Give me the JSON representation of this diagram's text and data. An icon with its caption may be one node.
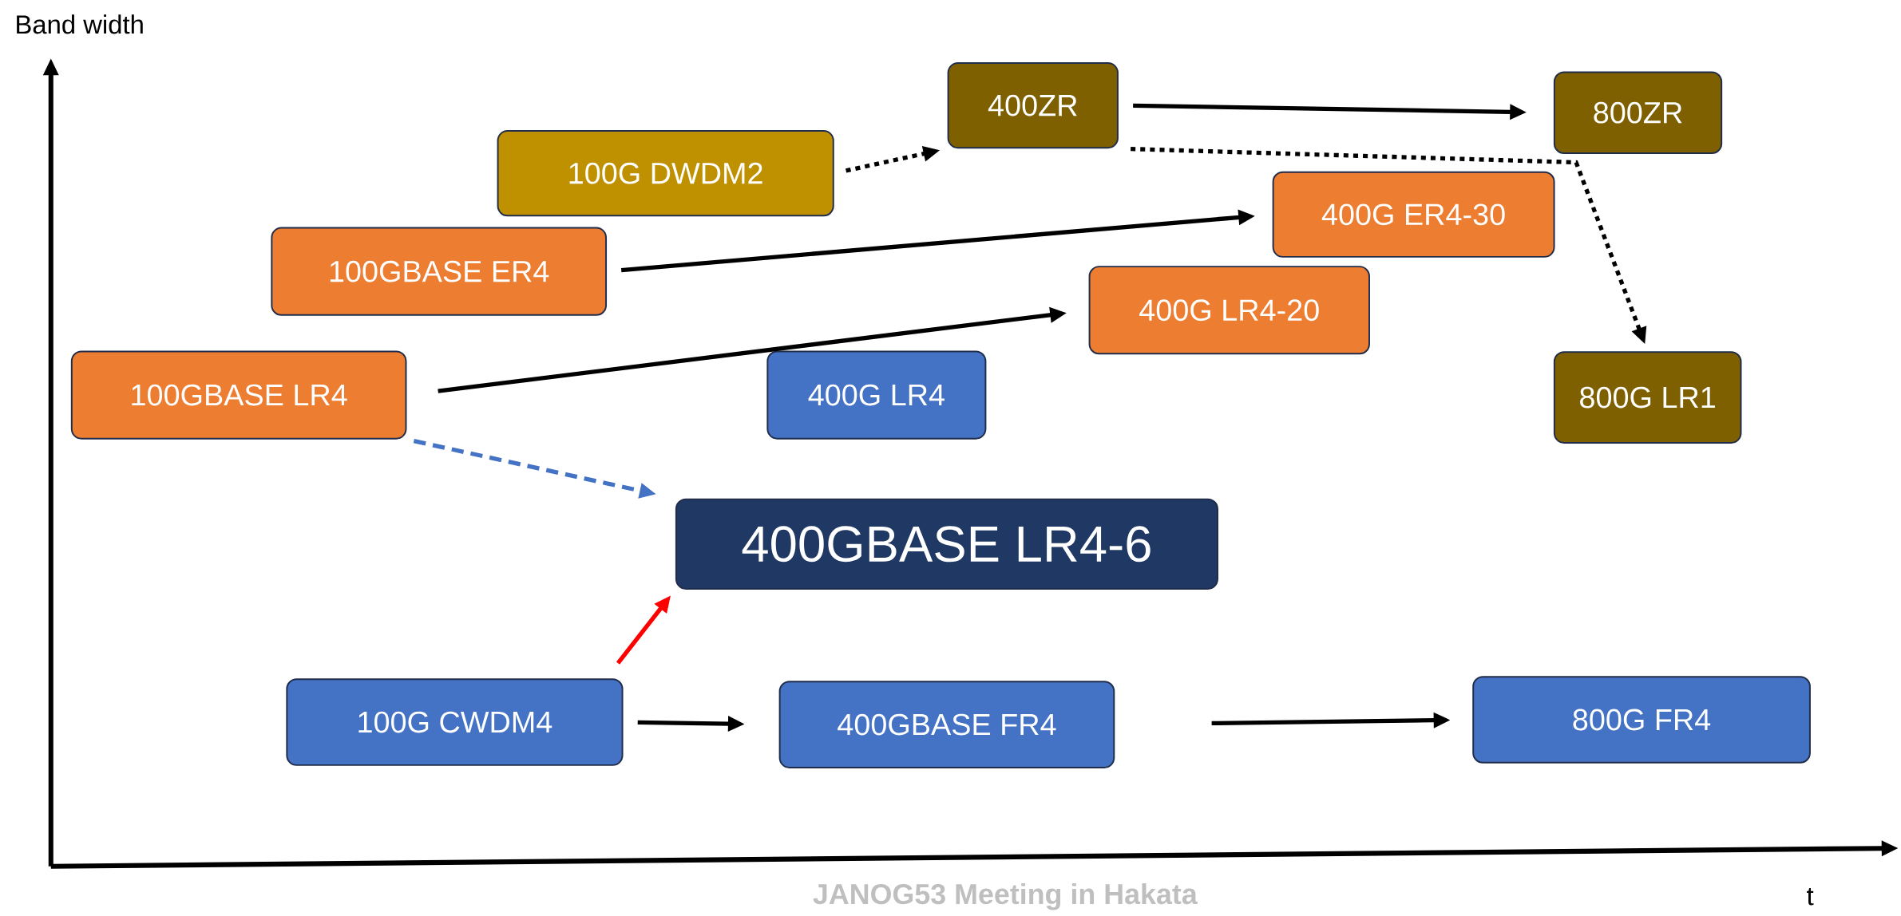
{
  "diagram": {
    "nodes": [
      {
        "text": [
          "400ZR"
        ]
      },
      {
        "text": [
          "800ZR"
        ]
      },
      {
        "text": [
          "100G DWDM2"
        ]
      },
      {
        "text": [
          "400G ER4-30"
        ]
      },
      {
        "text": [
          "100GBASE ER4"
        ]
      },
      {
        "text": [
          "400G LR4-20"
        ]
      },
      {
        "text": [
          "100GBASE LR4"
        ]
      },
      {
        "text": [
          "400G LR4"
        ]
      },
      {
        "text": [
          "800G LR1"
        ]
      },
      {
        "text": [
          "400GBASE LR4-6"
        ]
      },
      {
        "text": [
          "100G CWDM4"
        ]
      },
      {
        "text": [
          "400GBASE FR4"
        ]
      },
      {
        "text": [
          "800G FR4"
        ]
      }
    ],
    "edges": [
      {
        "from": 2,
        "to": 0,
        "arrow": "to",
        "style": "dashed"
      },
      {
        "from": 0,
        "to": 1,
        "arrow": "to"
      },
      {
        "from": 0,
        "to": 8,
        "arrow": "to",
        "style": "dashed"
      },
      {
        "from": 4,
        "to": 3,
        "arrow": "to"
      },
      {
        "from": 6,
        "to": 5,
        "arrow": "to"
      },
      {
        "from": 6,
        "to": 9,
        "arrow": "to",
        "style": "dashed",
        "color": "#4472c4"
      },
      {
        "from": 10,
        "to": 9,
        "arrow": "to",
        "color": "#ff0000"
      },
      {
        "from": 10,
        "to": 11,
        "arrow": "to"
      },
      {
        "from": 11,
        "to": 12,
        "arrow": "to"
      }
    ],
    "labels": [
      "Band width",
      "t",
      "JANOG53 Meeting in Hakata"
    ]
  }
}
